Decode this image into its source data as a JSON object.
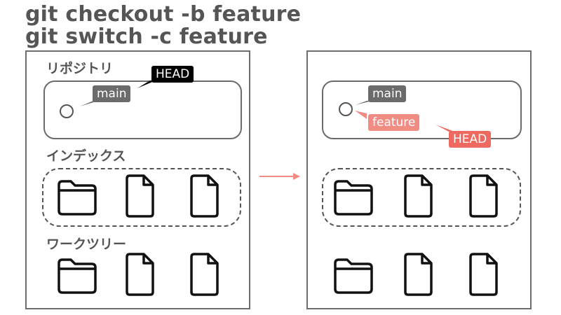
{
  "commands": {
    "line1": "git checkout -b feature",
    "line2": "git switch -c feature"
  },
  "left_panel": {
    "repo_label": "リポジトリ",
    "index_label": "インデックス",
    "worktree_label": "ワークツリー",
    "branch_main": "main",
    "head": "HEAD"
  },
  "right_panel": {
    "branch_main": "main",
    "branch_feature": "feature",
    "head": "HEAD"
  },
  "colors": {
    "head_before": "#000000",
    "feature_branch": "#f08c84",
    "head_after": "#ee6a60",
    "transition_arrow": "#f08c84"
  },
  "icons": [
    "folder-icon",
    "file-icon",
    "transition-arrow-icon"
  ]
}
